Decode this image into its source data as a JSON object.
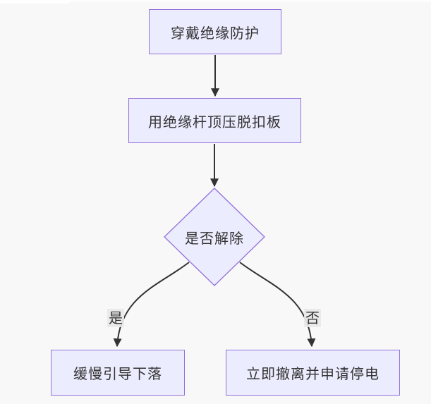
{
  "diagram": {
    "type": "flowchart",
    "direction": "top-down",
    "nodes": [
      {
        "id": "A",
        "shape": "rect",
        "label": "穿戴绝缘防护"
      },
      {
        "id": "B",
        "shape": "rect",
        "label": "用绝缘杆顶压脱扣板"
      },
      {
        "id": "C",
        "shape": "diamond",
        "label": "是否解除"
      },
      {
        "id": "D",
        "shape": "rect",
        "label": "缓慢引导下落"
      },
      {
        "id": "E",
        "shape": "rect",
        "label": "立即撤离并申请停电"
      }
    ],
    "edges": [
      {
        "from": "A",
        "to": "B",
        "label": ""
      },
      {
        "from": "B",
        "to": "C",
        "label": ""
      },
      {
        "from": "C",
        "to": "D",
        "label": "是"
      },
      {
        "from": "C",
        "to": "E",
        "label": "否"
      }
    ],
    "colors": {
      "node_fill": "#ECECFF",
      "node_border": "#9370DB",
      "edge_line": "#333333",
      "arrowhead": "#333333",
      "edge_label_bg": "#E8E8E8",
      "text": "#333333",
      "background": "#F8F8F8"
    }
  }
}
